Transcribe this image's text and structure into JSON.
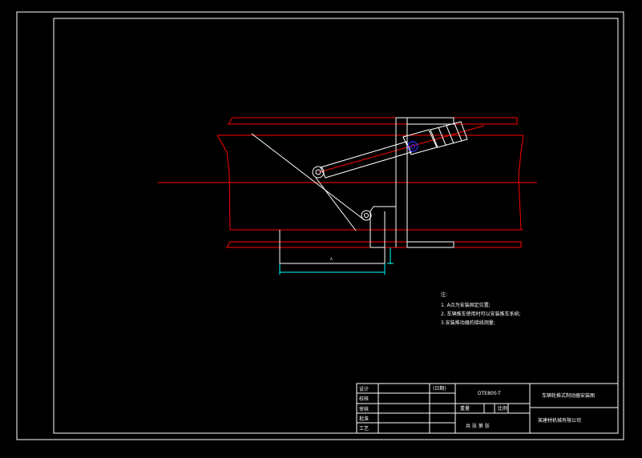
{
  "notes": {
    "heading": "注:",
    "lines": [
      "1. A点为安装固定位置;",
      "2. 车辆推车使用时可以安装推车系统;",
      "3.安装推动器的接线测量;"
    ]
  },
  "dimension": {
    "label": "A",
    "bottom_value": "",
    "side_value": ""
  },
  "title_block": {
    "rows": {
      "design": "设计",
      "check": "校核",
      "review": "审核",
      "approve": "批准",
      "craft": "工艺"
    },
    "date_label": "(日期)",
    "drawing_no": "DTE800-T",
    "title": "车辆轮推式制动器安装图",
    "weight_label": "重量",
    "scale_label": "比例",
    "sheets": "共 张 第 张",
    "company": "某建材机械有限公司"
  },
  "colors": {
    "frame": "#ffffff",
    "belt": "#ff0000",
    "bracket": "#ffffff",
    "dimension": "#00ffff",
    "pivot_highlight": "#3333ff"
  }
}
